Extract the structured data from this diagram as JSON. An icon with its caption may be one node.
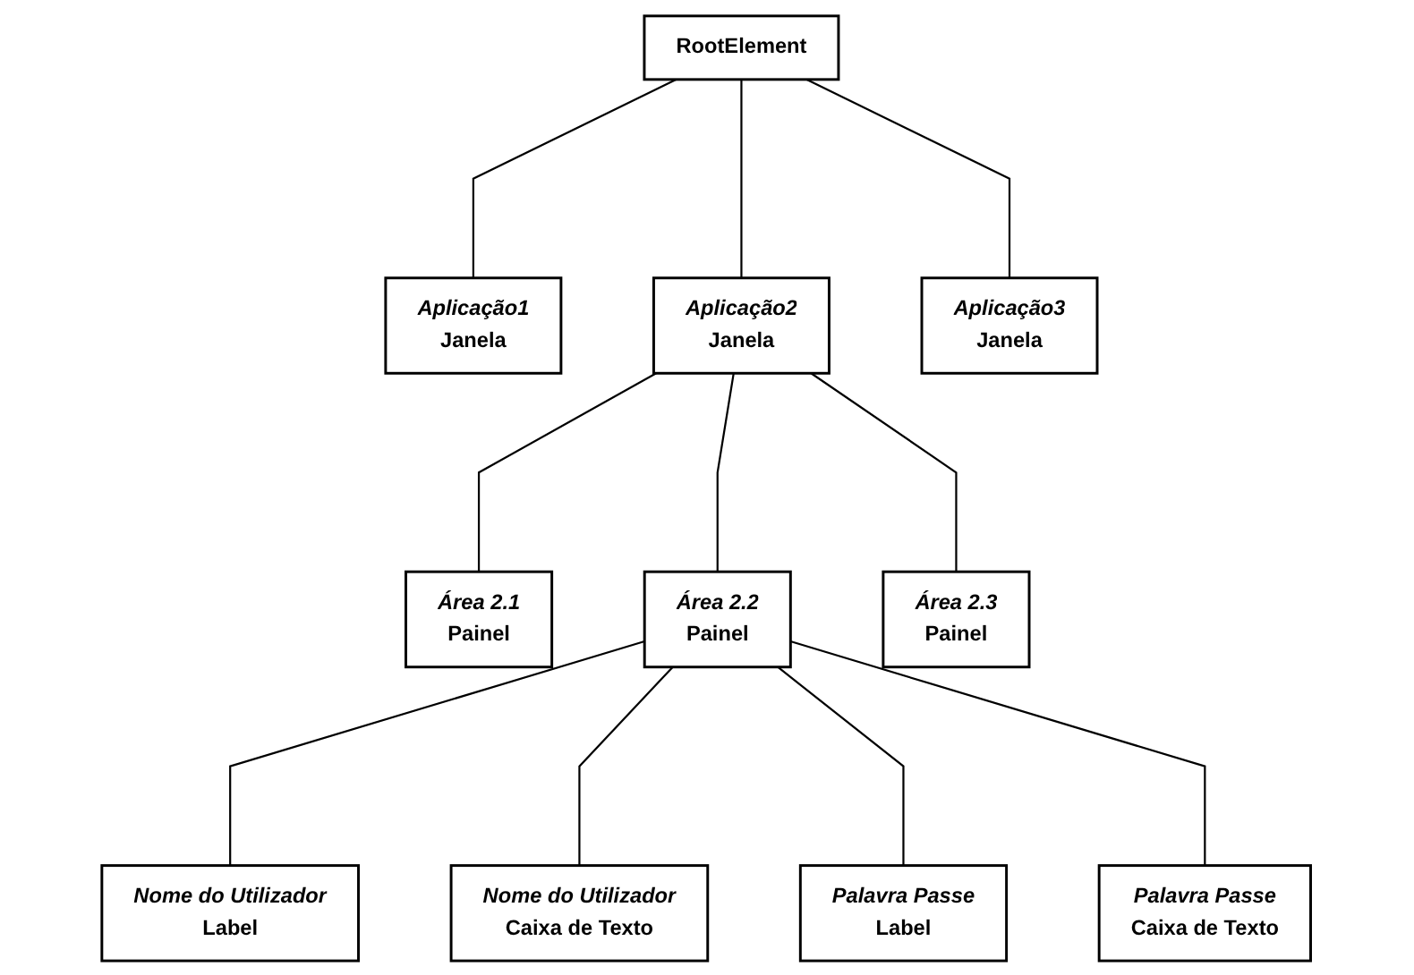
{
  "diagram": {
    "nodes": [
      {
        "text": [
          "RootElement"
        ]
      },
      {
        "text": [
          "Aplicação1",
          "Janela"
        ]
      },
      {
        "text": [
          "Aplicação2",
          "Janela"
        ]
      },
      {
        "text": [
          "Aplicação3",
          "Janela"
        ]
      },
      {
        "text": [
          "Área 2.1",
          "Painel"
        ]
      },
      {
        "text": [
          "Área 2.2",
          "Painel"
        ]
      },
      {
        "text": [
          "Área 2.3",
          "Painel"
        ]
      },
      {
        "text": [
          "Nome do Utilizador",
          "Label"
        ]
      },
      {
        "text": [
          "Nome do Utilizador",
          "Caixa de Texto"
        ]
      },
      {
        "text": [
          "Palavra Passe",
          "Label"
        ]
      },
      {
        "text": [
          "Palavra Passe",
          "Caixa de Texto"
        ]
      }
    ],
    "edges": [
      {
        "from": 0,
        "to": 1,
        "arrow": "none"
      },
      {
        "from": 0,
        "to": 2,
        "arrow": "none"
      },
      {
        "from": 0,
        "to": 3,
        "arrow": "none"
      },
      {
        "from": 2,
        "to": 4,
        "arrow": "none"
      },
      {
        "from": 2,
        "to": 5,
        "arrow": "none"
      },
      {
        "from": 2,
        "to": 6,
        "arrow": "none"
      },
      {
        "from": 5,
        "to": 7,
        "arrow": "none"
      },
      {
        "from": 5,
        "to": 8,
        "arrow": "none"
      },
      {
        "from": 5,
        "to": 9,
        "arrow": "none"
      },
      {
        "from": 5,
        "to": 10,
        "arrow": "none"
      }
    ]
  }
}
